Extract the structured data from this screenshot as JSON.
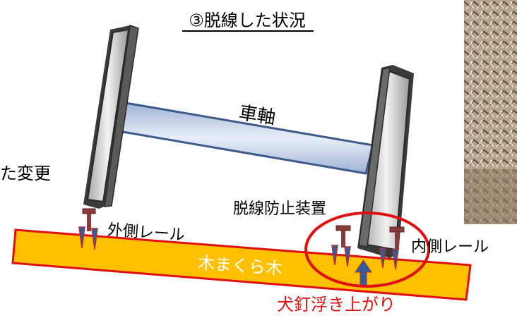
{
  "title": "③脱線した状況",
  "labels": {
    "axle": "車軸",
    "derail_guard": "脱線防止装置",
    "outer_rail": "外側レール",
    "inner_rail": "内側レール",
    "sleeper": "木まくら木",
    "spike_lift": "犬釘浮き上がり",
    "left_cut_text": "た変更"
  },
  "colors": {
    "sleeper_fill": "#ffc000",
    "sleeper_stroke": "#e01010",
    "axle_fill": "#c9d6ea",
    "axle_stroke": "#3c5a8c",
    "wheel_fill": "#d9d9d9",
    "rail_color": "#8b3a3a",
    "highlight_red": "#e01010",
    "arrow_blue": "#2e5e9e"
  },
  "icons": {
    "photo": "ground-photo-image",
    "spike": "spike-icon",
    "arrow": "up-arrow-icon"
  }
}
